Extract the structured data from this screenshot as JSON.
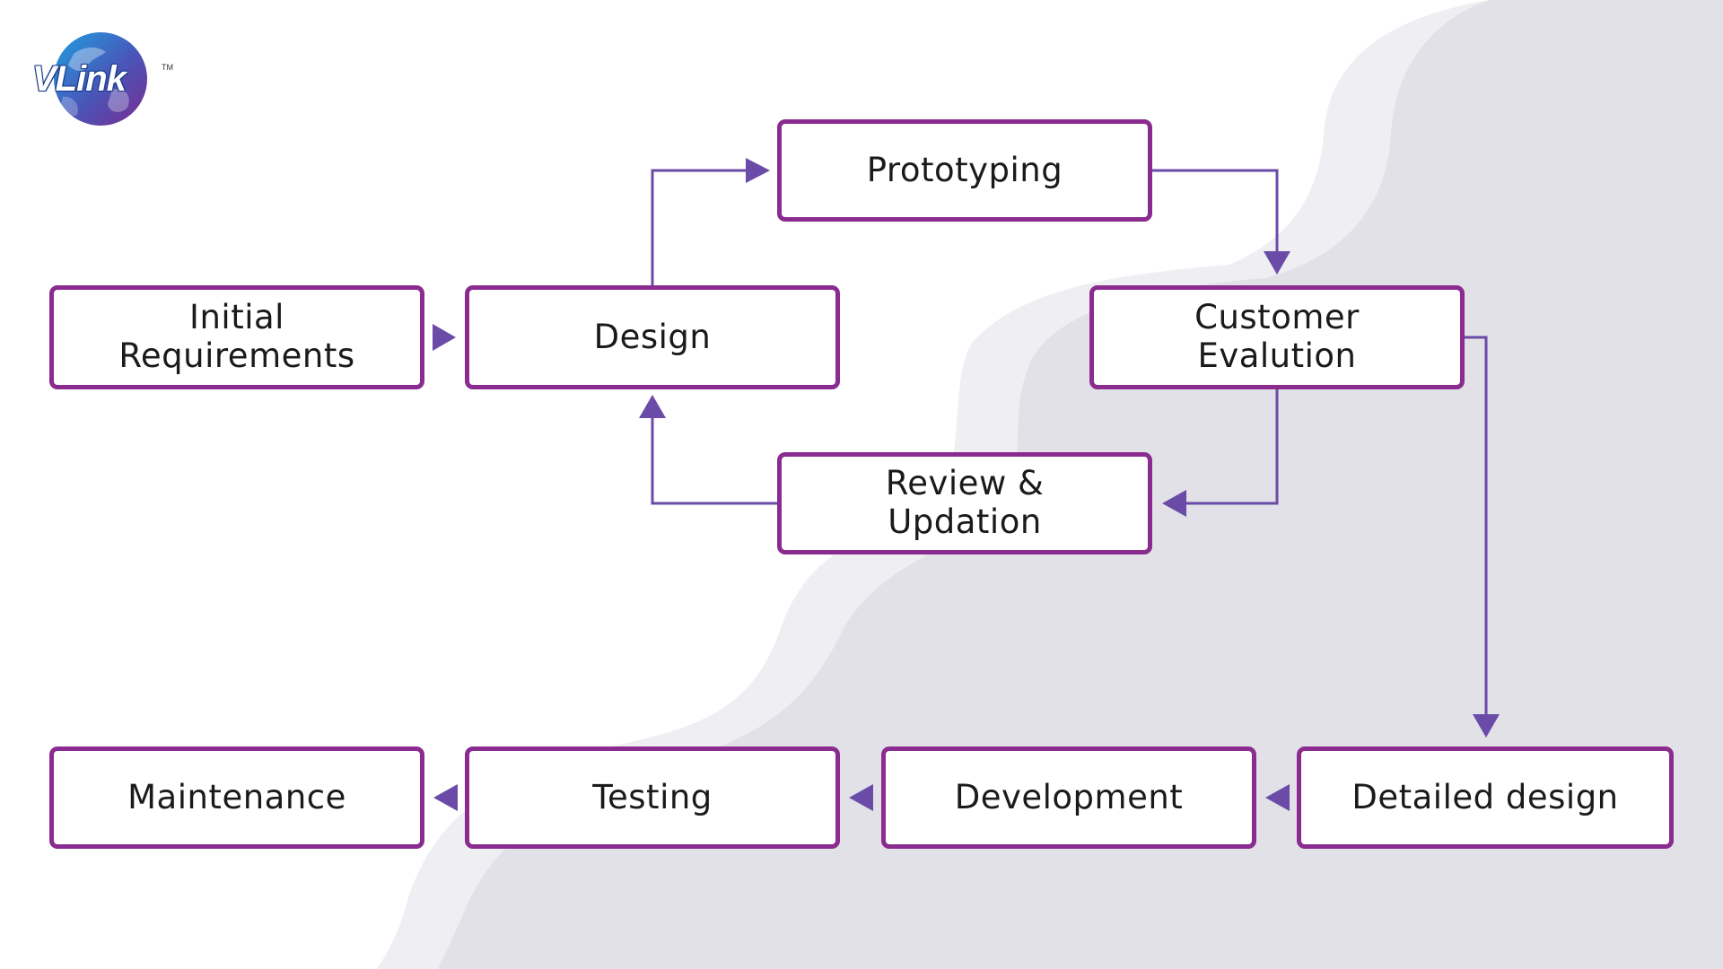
{
  "logo": {
    "text": "VLink",
    "trademark": "TM"
  },
  "colors": {
    "node_border": "#8a2c8f",
    "connector": "#6a4ca8",
    "background_wave_light": "#efeff3",
    "background_wave_dark": "#e2e1e8"
  },
  "nodes": {
    "initial_requirements": {
      "line1": "Initial",
      "line2": "Requirements"
    },
    "design": {
      "label": "Design"
    },
    "prototyping": {
      "label": "Prototyping"
    },
    "customer_evaluation": {
      "line1": "Customer",
      "line2": "Evalution"
    },
    "review_updation": {
      "line1": "Review &",
      "line2": "Updation"
    },
    "detailed_design": {
      "label": "Detailed design"
    },
    "development": {
      "label": "Development"
    },
    "testing": {
      "label": "Testing"
    },
    "maintenance": {
      "label": "Maintenance"
    }
  },
  "flow": [
    [
      "initial_requirements",
      "design"
    ],
    [
      "design",
      "prototyping"
    ],
    [
      "prototyping",
      "customer_evaluation"
    ],
    [
      "customer_evaluation",
      "review_updation"
    ],
    [
      "review_updation",
      "design"
    ],
    [
      "customer_evaluation",
      "detailed_design"
    ],
    [
      "detailed_design",
      "development"
    ],
    [
      "development",
      "testing"
    ],
    [
      "testing",
      "maintenance"
    ]
  ]
}
